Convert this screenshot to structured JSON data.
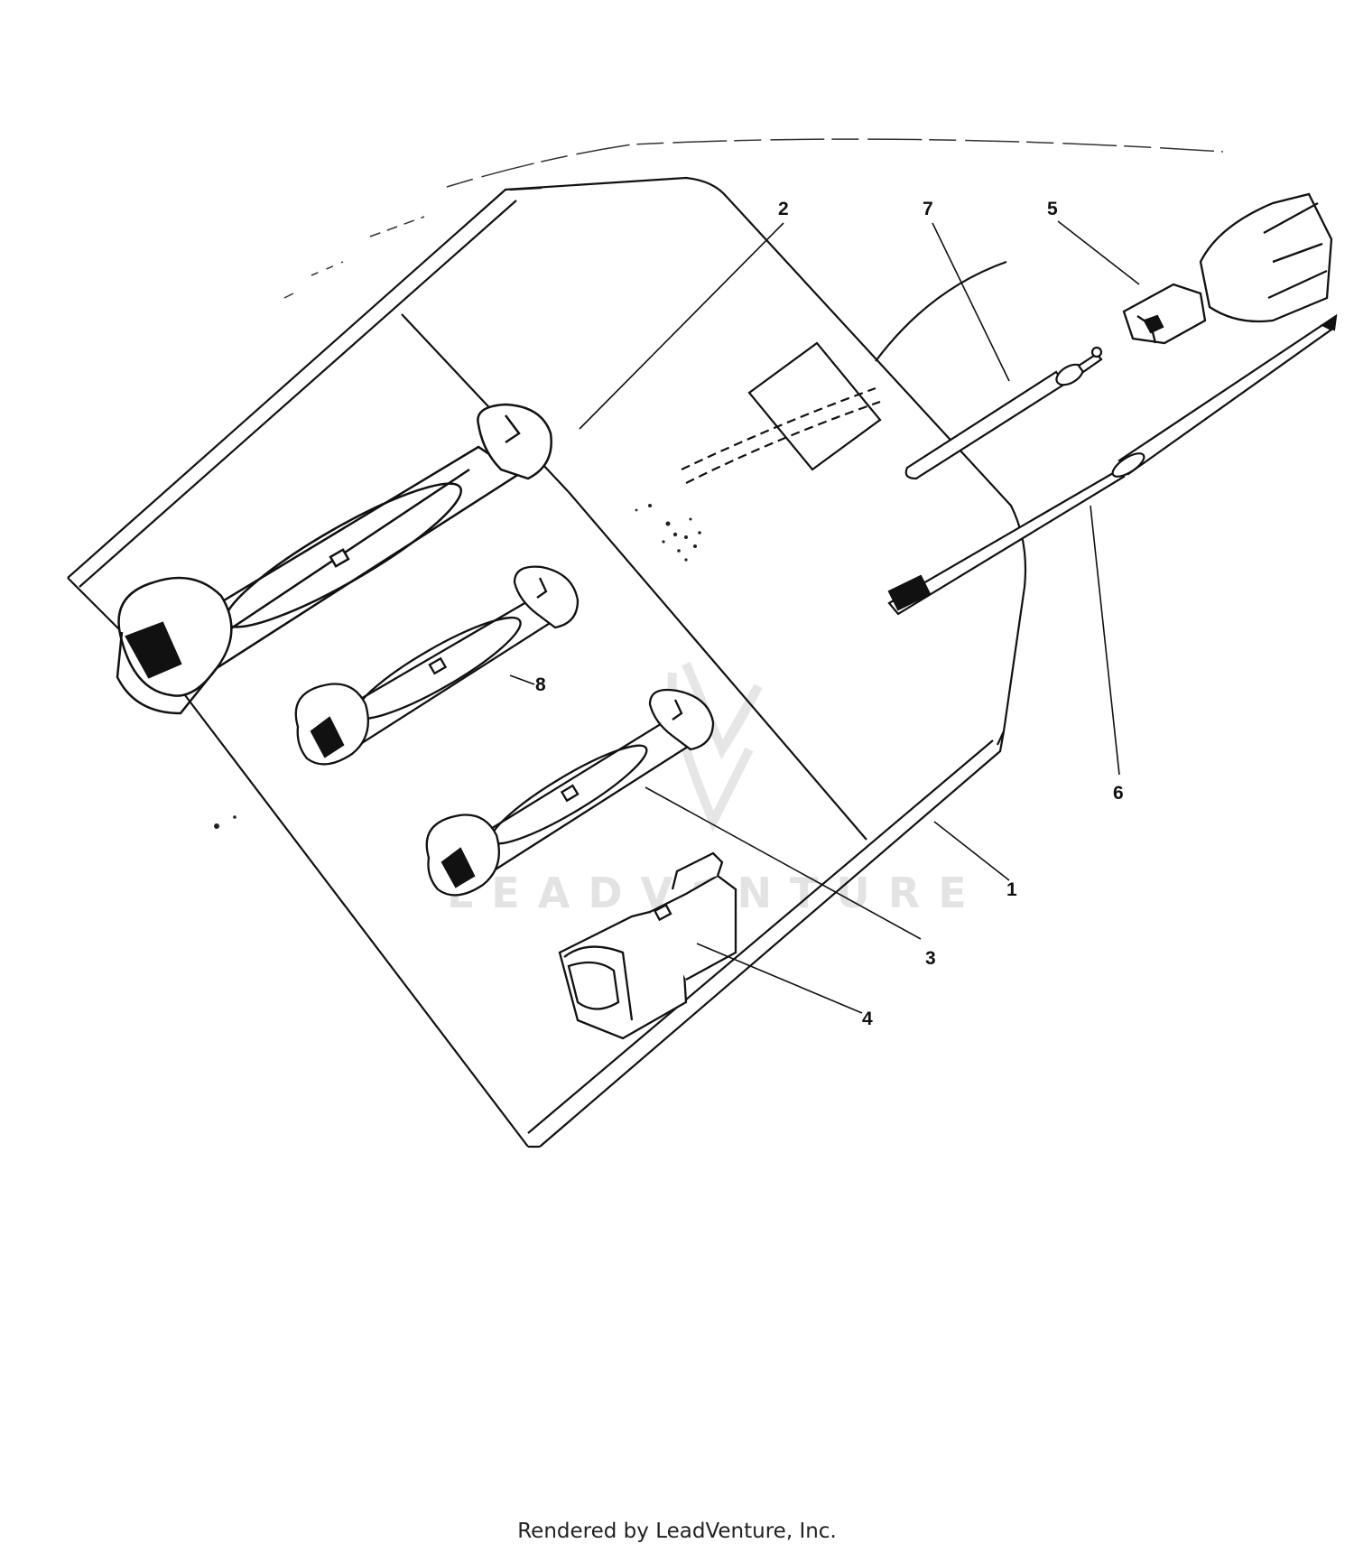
{
  "diagram": {
    "callouts": [
      {
        "id": "1",
        "label": "1"
      },
      {
        "id": "2",
        "label": "2"
      },
      {
        "id": "3",
        "label": "3"
      },
      {
        "id": "4",
        "label": "4"
      },
      {
        "id": "5",
        "label": "5"
      },
      {
        "id": "6",
        "label": "6"
      },
      {
        "id": "7",
        "label": "7"
      },
      {
        "id": "8",
        "label": "8"
      }
    ],
    "watermark": "LEADVENTURE"
  },
  "footer": {
    "text": "Rendered by LeadVenture, Inc."
  },
  "colors": {
    "line": "#111111",
    "watermark": "#e3e3e3",
    "background": "#ffffff"
  }
}
